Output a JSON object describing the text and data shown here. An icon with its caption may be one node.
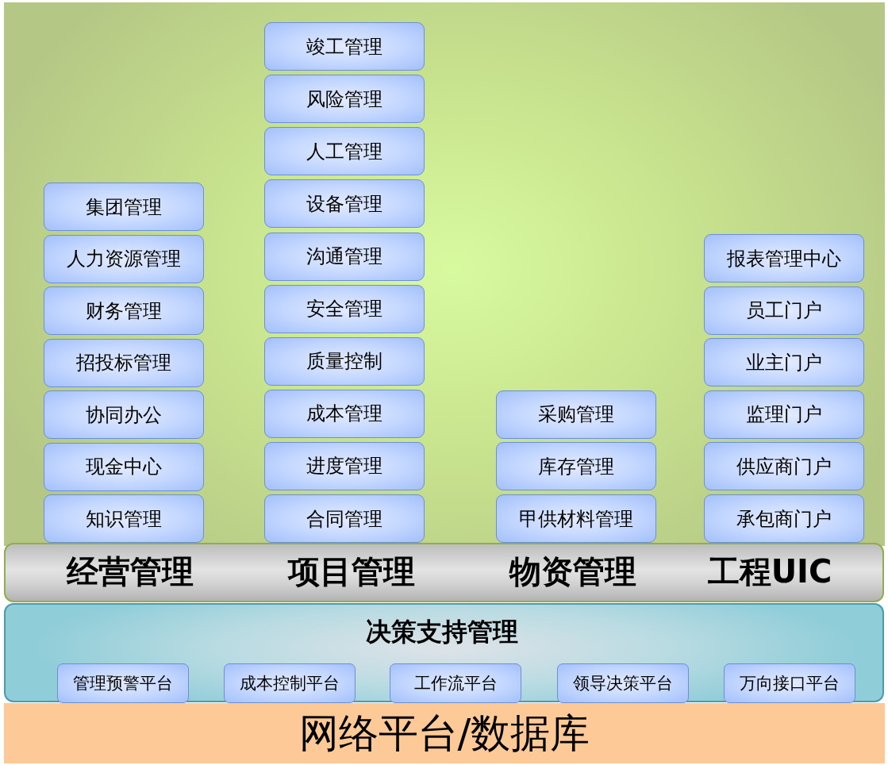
{
  "diagram": {
    "nodes": [
      {
        "text": [
          "集团管理"
        ]
      },
      {
        "text": [
          "人力资源管理"
        ]
      },
      {
        "text": [
          "财务管理"
        ]
      },
      {
        "text": [
          "招投标管理"
        ]
      },
      {
        "text": [
          "协同办公"
        ]
      },
      {
        "text": [
          "现金中心"
        ]
      },
      {
        "text": [
          "知识管理"
        ]
      },
      {
        "text": [
          "竣工管理"
        ]
      },
      {
        "text": [
          "风险管理"
        ]
      },
      {
        "text": [
          "人工管理"
        ]
      },
      {
        "text": [
          "设备管理"
        ]
      },
      {
        "text": [
          "沟通管理"
        ]
      },
      {
        "text": [
          "安全管理"
        ]
      },
      {
        "text": [
          "质量控制"
        ]
      },
      {
        "text": [
          "成本管理"
        ]
      },
      {
        "text": [
          "进度管理"
        ]
      },
      {
        "text": [
          "合同管理"
        ]
      },
      {
        "text": [
          "采购管理"
        ]
      },
      {
        "text": [
          "库存管理"
        ]
      },
      {
        "text": [
          "甲供材料管理"
        ]
      },
      {
        "text": [
          "报表管理中心"
        ]
      },
      {
        "text": [
          "员工门户"
        ]
      },
      {
        "text": [
          "业主门户"
        ]
      },
      {
        "text": [
          "监理门户"
        ]
      },
      {
        "text": [
          "供应商门户"
        ]
      },
      {
        "text": [
          "承包商门户"
        ]
      },
      {
        "text": [
          "经营管理",
          "项目管理",
          "物资管理",
          "工程UIC"
        ]
      },
      {
        "text": [
          "决策支持管理"
        ]
      },
      {
        "text": [
          "管理预警平台"
        ],
        "in": 27
      },
      {
        "text": [
          "成本控制平台"
        ],
        "in": 27
      },
      {
        "text": [
          "工作流平台"
        ],
        "in": 27
      },
      {
        "text": [
          "领导决策平台"
        ],
        "in": 27
      },
      {
        "text": [
          "万向接口平台"
        ],
        "in": 27
      },
      {
        "text": [
          "网络平台/数据库"
        ]
      }
    ]
  }
}
